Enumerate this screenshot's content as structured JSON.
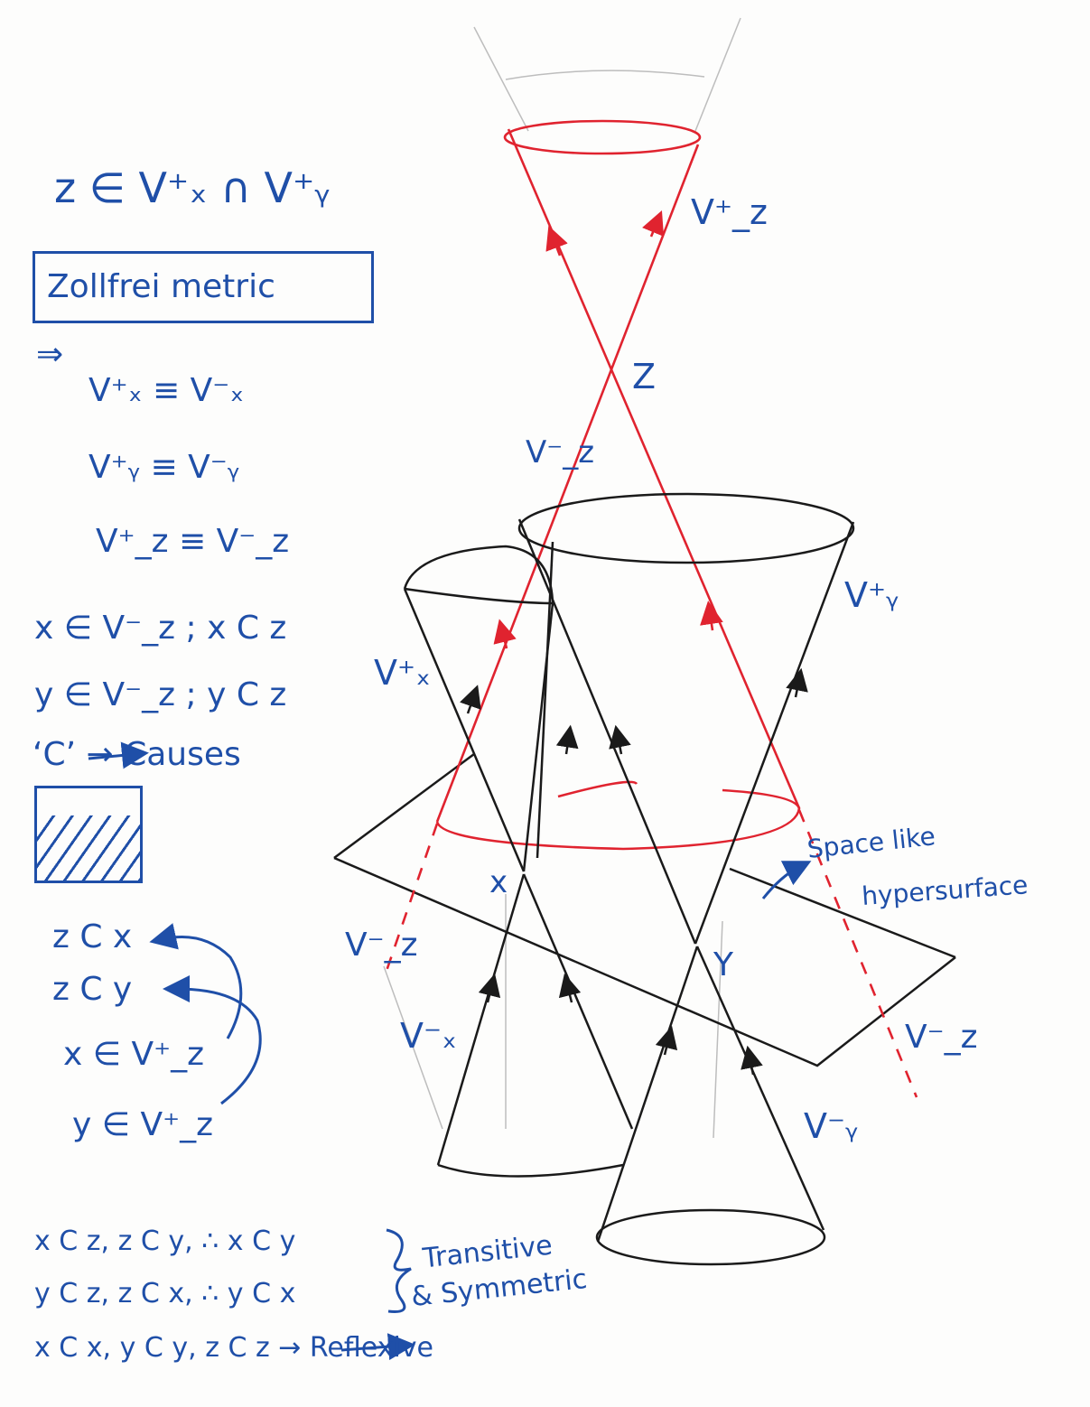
{
  "colors": {
    "ink_blue": "#1f4fa8",
    "ink_black": "#1a1a1a",
    "ink_red": "#e0232f",
    "pencil": "#b8b8b8"
  },
  "notes": {
    "heading": "z ∈ V⁺ₓ ∩ V⁺ᵧ",
    "box_label": "Zollfrei metric",
    "implies": "⇒",
    "equiv_x": "V⁺ₓ ≡ V⁻ₓ",
    "equiv_y": "V⁺ᵧ ≡ V⁻ᵧ",
    "equiv_z": "V⁺_z ≡ V⁻_z",
    "x_in_vz": "x ∈ V⁻_z ; x C z",
    "y_in_vz": "y ∈ V⁻_z ; y C z",
    "causes": "‘C’ → Causes",
    "z_c_x": "z C x",
    "z_c_y": "z C y",
    "x_in_vz_plus": "x ∈ V⁺_z",
    "y_in_vz_plus": "y ∈ V⁺_z",
    "rel_line1": "x C z,  z C y, ∴ x C y",
    "rel_line2": "y C z,  z C x, ∴ y C x",
    "rel_line3": "x C x,  y C y,  z C z → Reflexive",
    "brace_label1": "Transitive",
    "brace_label2": "& Symmetric"
  },
  "diagram": {
    "point_z": "Z",
    "point_x": "x",
    "point_y": "Y",
    "cone_vz_plus": "V⁺_z",
    "cone_vz_minus_upper": "V⁻_z",
    "cone_vy_plus": "V⁺ᵧ",
    "cone_vx_plus": "V⁺ₓ",
    "cone_vz_minus_left": "V⁻_z",
    "cone_vz_minus_right": "V⁻_z",
    "cone_vx_minus": "V⁻ₓ",
    "cone_vy_minus": "V⁻ᵧ",
    "hypersurface_line1": "Space like",
    "hypersurface_line2": "hypersurface"
  }
}
